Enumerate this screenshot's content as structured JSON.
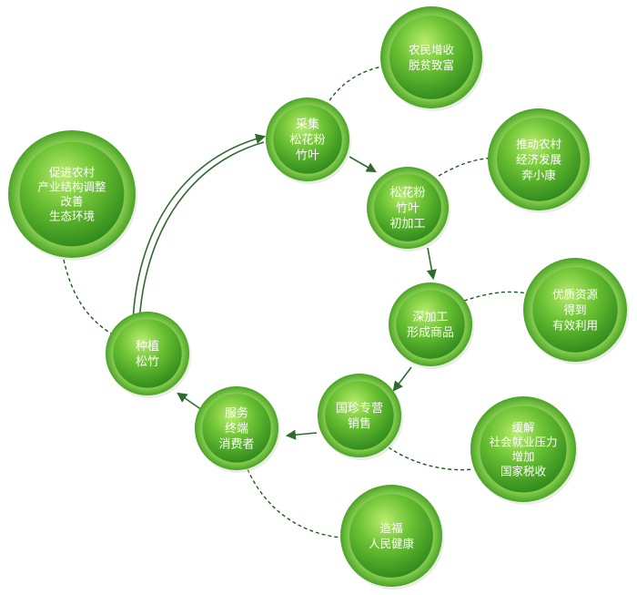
{
  "diagram": {
    "cycle_nodes": [
      {
        "id": "collect",
        "lines": [
          "采集",
          "松花粉",
          "竹叶"
        ]
      },
      {
        "id": "primary",
        "lines": [
          "松花粉",
          "竹叶",
          "初加工"
        ]
      },
      {
        "id": "deep",
        "lines": [
          "深加工",
          "形成商品"
        ]
      },
      {
        "id": "sales",
        "lines": [
          "国珍专营",
          "销售"
        ]
      },
      {
        "id": "service",
        "lines": [
          "服务",
          "终端",
          "消费者"
        ]
      },
      {
        "id": "plant",
        "lines": [
          "种植",
          "松竹"
        ]
      }
    ],
    "benefit_nodes": [
      {
        "id": "farmers",
        "lines": [
          "农民增收",
          "脱贫致富"
        ]
      },
      {
        "id": "rural",
        "lines": [
          "推动农村",
          "经济发展",
          "奔小康"
        ]
      },
      {
        "id": "resources",
        "lines": [
          "优质资源",
          "得到",
          "有效利用"
        ]
      },
      {
        "id": "employment",
        "lines": [
          "缓解",
          "社会就业压力",
          "增加",
          "国家税收"
        ]
      },
      {
        "id": "health",
        "lines": [
          "造福",
          "人民健康"
        ]
      },
      {
        "id": "environment",
        "lines": [
          "促进农村",
          "产业结构调整",
          "改善",
          "生态环境"
        ]
      }
    ],
    "colors": {
      "circle_light": "#a8e063",
      "circle_mid": "#5cb82e",
      "circle_dark": "#2e7d1a",
      "ring": "#7fc94a",
      "arrow": "#2f6b2f"
    }
  }
}
